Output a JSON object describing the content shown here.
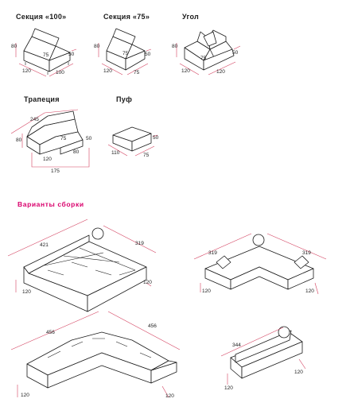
{
  "modules": {
    "section100": {
      "label": "Секция «100»",
      "dims": [
        "80",
        "50",
        "75",
        "120",
        "100"
      ]
    },
    "section75": {
      "label": "Секция «75»",
      "dims": [
        "80",
        "50",
        "75",
        "120",
        "75"
      ]
    },
    "corner": {
      "label": "Угол",
      "dims": [
        "80",
        "50",
        "75",
        "120",
        "120"
      ]
    },
    "trapezoid": {
      "label": "Трапеция",
      "dims": [
        "245",
        "80",
        "50",
        "75",
        "120",
        "80",
        "175"
      ]
    },
    "pouf": {
      "label": "Пуф",
      "dims": [
        "50",
        "110",
        "75"
      ]
    }
  },
  "assembly": {
    "heading": "Варианты сборки",
    "variants": [
      {
        "dims": [
          "421",
          "319",
          "120",
          "120"
        ]
      },
      {
        "dims": [
          "319",
          "319",
          "120",
          "120"
        ]
      },
      {
        "dims": [
          "456",
          "456",
          "120",
          "120"
        ]
      },
      {
        "dims": [
          "344",
          "120",
          "120"
        ]
      }
    ]
  }
}
